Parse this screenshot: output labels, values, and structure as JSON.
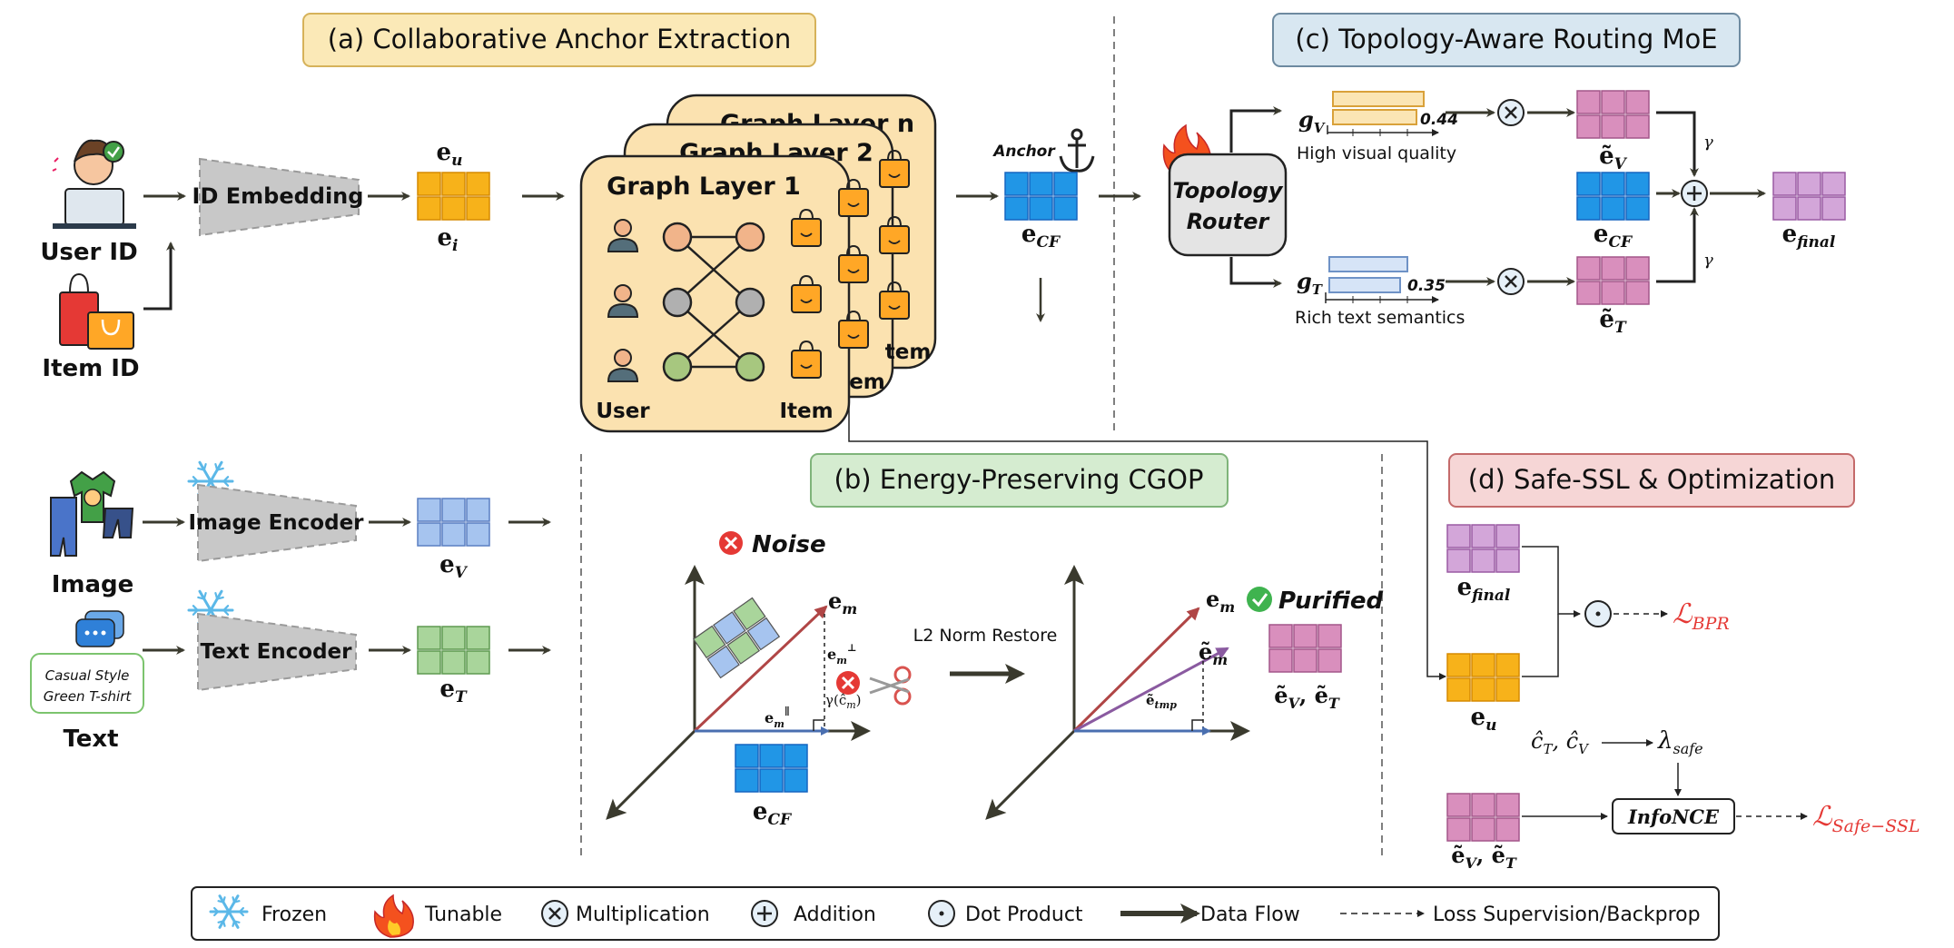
{
  "sections": {
    "a_title": "(a) Collaborative Anchor Extraction",
    "b_title": "(b) Energy-Preserving CGOP",
    "c_title": "(c) Topology-Aware Routing MoE",
    "d_title": "(d) Safe-SSL & Optimization"
  },
  "inputs": {
    "user_id": "User ID",
    "item_id": "Item ID",
    "image": "Image",
    "text": "Text",
    "text_note_line1": "Casual Style",
    "text_note_line2": "Green T-shirt"
  },
  "encoders": {
    "id_embedding": "ID Embedding",
    "image_encoder": "Image Encoder",
    "text_encoder": "Text Encoder"
  },
  "embeddings": {
    "e_u": "e",
    "e_u_sub": "u",
    "e_i": "e",
    "e_i_sub": "i",
    "e_v": "e",
    "e_v_sub": "V",
    "e_t": "e",
    "e_t_sub": "T",
    "e_cf": "e",
    "e_cf_sub": "CF",
    "anchor": "Anchor"
  },
  "graph": {
    "layer_1": "Graph Layer 1",
    "layer_2": "Graph Layer 2",
    "layer_n": "Graph Layer n",
    "user_label": "User",
    "item_label": "Item"
  },
  "router": {
    "line1": "Topology",
    "line2": "Router",
    "g_v": "g",
    "g_v_sub": "V",
    "g_t": "g",
    "g_t_sub": "T",
    "value_v": "0.44",
    "value_t": "0.35",
    "note_v": "High visual quality",
    "note_t": "Rich text semantics",
    "gamma": "γ",
    "e_final": "e",
    "e_final_sub": "final",
    "et_v": "ẽ",
    "et_v_sub": "V",
    "et_t": "ẽ",
    "et_t_sub": "T"
  },
  "cgop": {
    "noise": "Noise",
    "purified": "Purified",
    "restore": "L2 Norm Restore",
    "e_m": "e",
    "e_m_sub": "m",
    "e_perp": "e",
    "e_perp_sub": "m",
    "e_par": "e",
    "e_par_sub": "m",
    "gamma_cm": "γ(ĉ",
    "gamma_cm_sub": "m",
    "gamma_cm_end": ")",
    "et_m": "ẽ",
    "et_m_sub": "m",
    "et_tmp": "ẽ",
    "et_tmp_sub": "tmp",
    "et_pair": "ẽ",
    "et_pair_sub1": "V",
    "et_pair_mid": ", ẽ",
    "et_pair_sub2": "T",
    "e_cf": "e",
    "e_cf_sub": "CF"
  },
  "ssl": {
    "e_final": "e",
    "e_final_sub": "final",
    "e_u": "e",
    "e_u_sub": "u",
    "loss_bpr": "ℒ",
    "loss_bpr_sub": "BPR",
    "c_hat": "ĉ",
    "c_hat_sub1": "T",
    "c_hat_mid": ", ĉ",
    "c_hat_sub2": "V",
    "lambda": "λ",
    "lambda_sub": "safe",
    "infonce": "InfoNCE",
    "loss_ssl": "ℒ",
    "loss_ssl_sub": "Safe−SSL",
    "et_pair": "ẽ",
    "et_pair_sub1": "V",
    "et_pair_mid": ", ẽ",
    "et_pair_sub2": "T"
  },
  "legend": {
    "frozen": "Frozen",
    "tunable": "Tunable",
    "multiplication": "Multiplication",
    "addition": "Addition",
    "dot_product": "Dot Product",
    "data_flow": "Data Flow",
    "loss": "Loss Supervision/Backprop"
  },
  "colors": {
    "yellow_title": "#fbe9b7",
    "green_title": "#d5ecd0",
    "blue_title": "#d8e7f1",
    "red_title": "#f6d6d6",
    "orange_emb": "#f7b21a",
    "blue_emb": "#2196e6",
    "lightblue_emb": "#a6c4ef",
    "green_emb": "#a9d59b",
    "pink_emb": "#d98fbd",
    "purple_emb": "#d3a6d9",
    "loss_red": "#e53935"
  }
}
